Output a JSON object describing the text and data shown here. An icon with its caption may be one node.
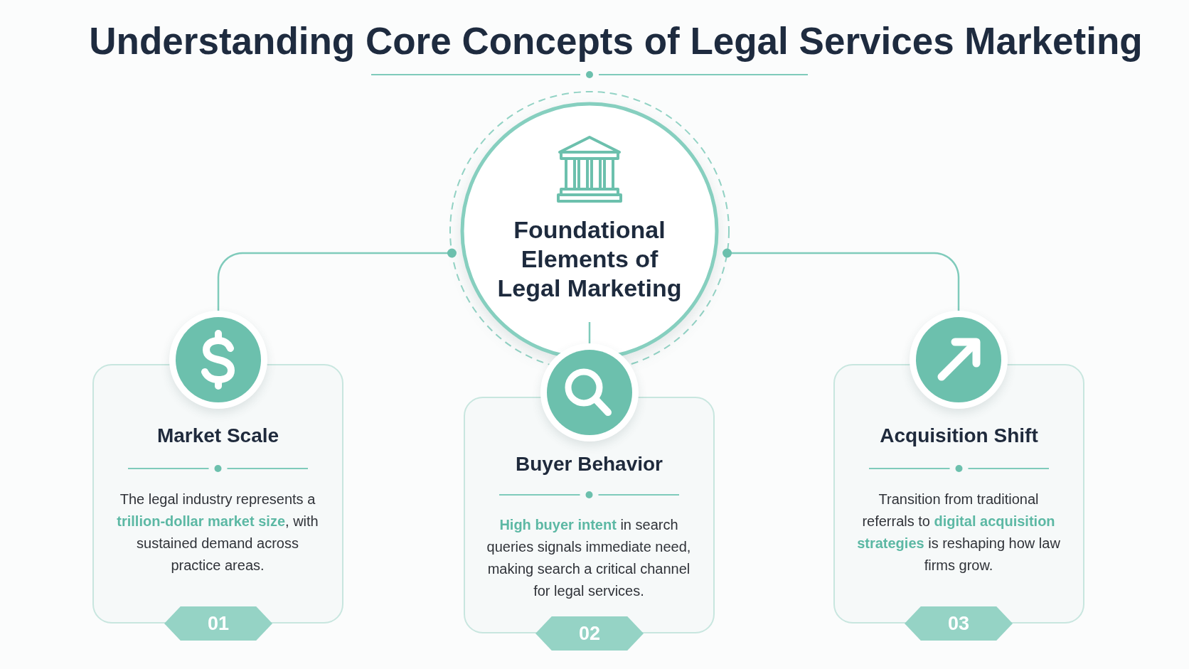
{
  "diagram": {
    "title": "Understanding Core Concepts of Legal Services Marketing",
    "nodes": [
      {
        "text": [
          "Foundational Elements of Legal Marketing"
        ]
      },
      {
        "text": [],
        "shape": "circle"
      },
      {
        "text": [
          "Market Scale",
          "The legal industry represents a **trillion-dollar market size**, with sustained demand across practice areas."
        ]
      },
      {
        "text": [
          "01"
        ]
      },
      {
        "text": [],
        "shape": "circle"
      },
      {
        "text": [
          "Buyer Behavior",
          "**High buyer intent** in search queries signals immediate need, making search a critical channel for legal services."
        ]
      },
      {
        "text": [
          "02"
        ]
      },
      {
        "text": [],
        "shape": "circle"
      },
      {
        "text": [
          "Acquisition Shift",
          "Transition from traditional referrals to **digital acquisition strategies** is reshaping how law firms grow."
        ]
      },
      {
        "text": [
          "03"
        ]
      }
    ],
    "edges": [
      {
        "from": 0,
        "to": 1,
        "arrow": "other"
      },
      {
        "from": 0,
        "to": 4,
        "arrow": "none"
      },
      {
        "from": 0,
        "to": 7,
        "arrow": "other"
      }
    ]
  }
}
